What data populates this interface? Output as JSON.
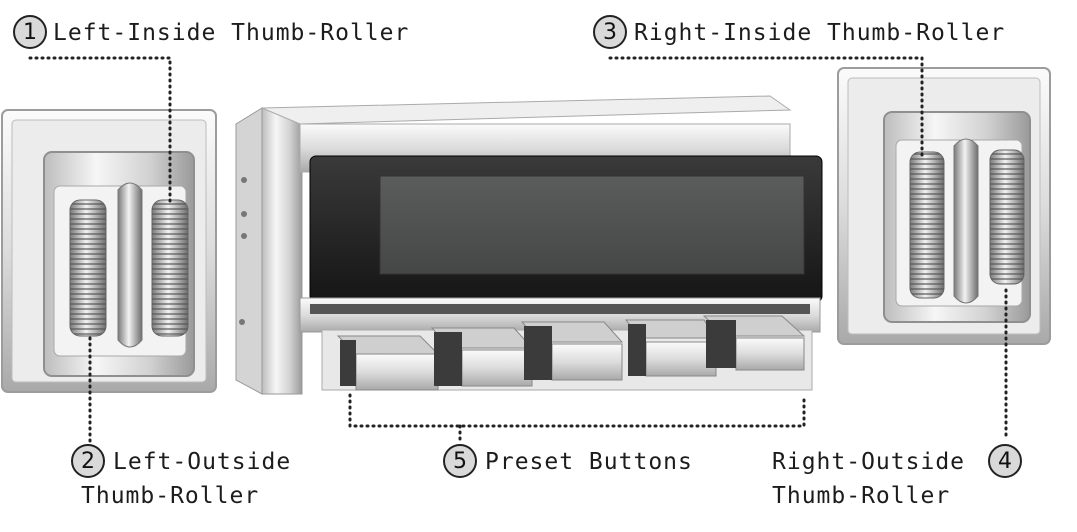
{
  "callouts": [
    {
      "number": "1",
      "label": "Left-Inside Thumb-Roller"
    },
    {
      "number": "2",
      "label_line1": "Left-Outside",
      "label_line2": "Thumb-Roller"
    },
    {
      "number": "3",
      "label": "Right-Inside Thumb-Roller"
    },
    {
      "number": "4",
      "label_line1": "Right-Outside",
      "label_line2": "Thumb-Roller"
    },
    {
      "number": "5",
      "label": "Preset Buttons"
    }
  ],
  "colors": {
    "chrome_light": "#f4f4f4",
    "chrome_mid": "#cfcfcf",
    "chrome_dark": "#8a8a8a",
    "display_glass": "#2a2a2a",
    "leader_line": "#222222",
    "badge_fill": "#d9d9d9"
  }
}
